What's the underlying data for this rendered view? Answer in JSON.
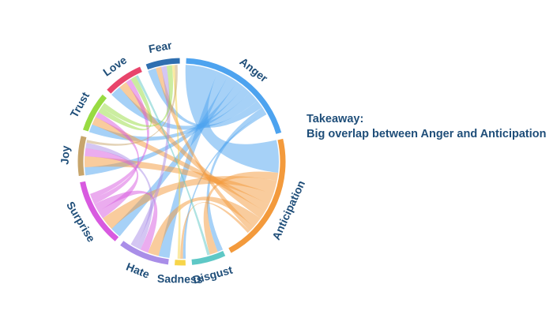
{
  "chart_data": {
    "type": "chord",
    "categories": [
      "Anger",
      "Anticipation",
      "Disgust",
      "Sadness",
      "Hate",
      "Surprise",
      "Joy",
      "Trust",
      "Love",
      "Fear"
    ],
    "category_totals": [
      22,
      23,
      6,
      2,
      9,
      12,
      7,
      7,
      7,
      6
    ],
    "colors": [
      "#4da3ef",
      "#f39a3c",
      "#5ec8c6",
      "#f7d54a",
      "#a98ee8",
      "#d85ae0",
      "#c7a56c",
      "#98db42",
      "#e8456b",
      "#2f6fb0"
    ],
    "links": [
      {
        "source": "Anger",
        "target": "Anticipation",
        "value": 6
      },
      {
        "source": "Anger",
        "target": "Hate",
        "value": 2
      },
      {
        "source": "Anger",
        "target": "Surprise",
        "value": 2
      },
      {
        "source": "Anger",
        "target": "Joy",
        "value": 1.5
      },
      {
        "source": "Anger",
        "target": "Trust",
        "value": 1.5
      },
      {
        "source": "Anger",
        "target": "Love",
        "value": 2
      },
      {
        "source": "Anger",
        "target": "Fear",
        "value": 1.5
      },
      {
        "source": "Anger",
        "target": "Disgust",
        "value": 1
      },
      {
        "source": "Anger",
        "target": "Sadness",
        "value": 0.5
      },
      {
        "source": "Anticipation",
        "target": "Disgust",
        "value": 1.5
      },
      {
        "source": "Anticipation",
        "target": "Surprise",
        "value": 2.5
      },
      {
        "source": "Anticipation",
        "target": "Joy",
        "value": 2
      },
      {
        "source": "Anticipation",
        "target": "Trust",
        "value": 1.5
      },
      {
        "source": "Anticipation",
        "target": "Love",
        "value": 1.5
      },
      {
        "source": "Anticipation",
        "target": "Hate",
        "value": 2
      },
      {
        "source": "Anticipation",
        "target": "Fear",
        "value": 1
      },
      {
        "source": "Anticipation",
        "target": "Sadness",
        "value": 0.5
      },
      {
        "source": "Surprise",
        "target": "Joy",
        "value": 1.5
      },
      {
        "source": "Surprise",
        "target": "Hate",
        "value": 1.5
      },
      {
        "source": "Surprise",
        "target": "Trust",
        "value": 1
      },
      {
        "source": "Surprise",
        "target": "Love",
        "value": 1
      },
      {
        "source": "Hate",
        "target": "Joy",
        "value": 1
      },
      {
        "source": "Hate",
        "target": "Fear",
        "value": 1
      },
      {
        "source": "Trust",
        "target": "Love",
        "value": 1
      },
      {
        "source": "Trust",
        "target": "Fear",
        "value": 1
      },
      {
        "source": "Disgust",
        "target": "Love",
        "value": 0.5
      },
      {
        "source": "Sadness",
        "target": "Fear",
        "value": 0.5
      },
      {
        "source": "Joy",
        "target": "Fear",
        "value": 0.5
      }
    ],
    "annotation": [
      "Takeaway:",
      "Big overlap between Anger and Anticipation"
    ],
    "title": ""
  }
}
